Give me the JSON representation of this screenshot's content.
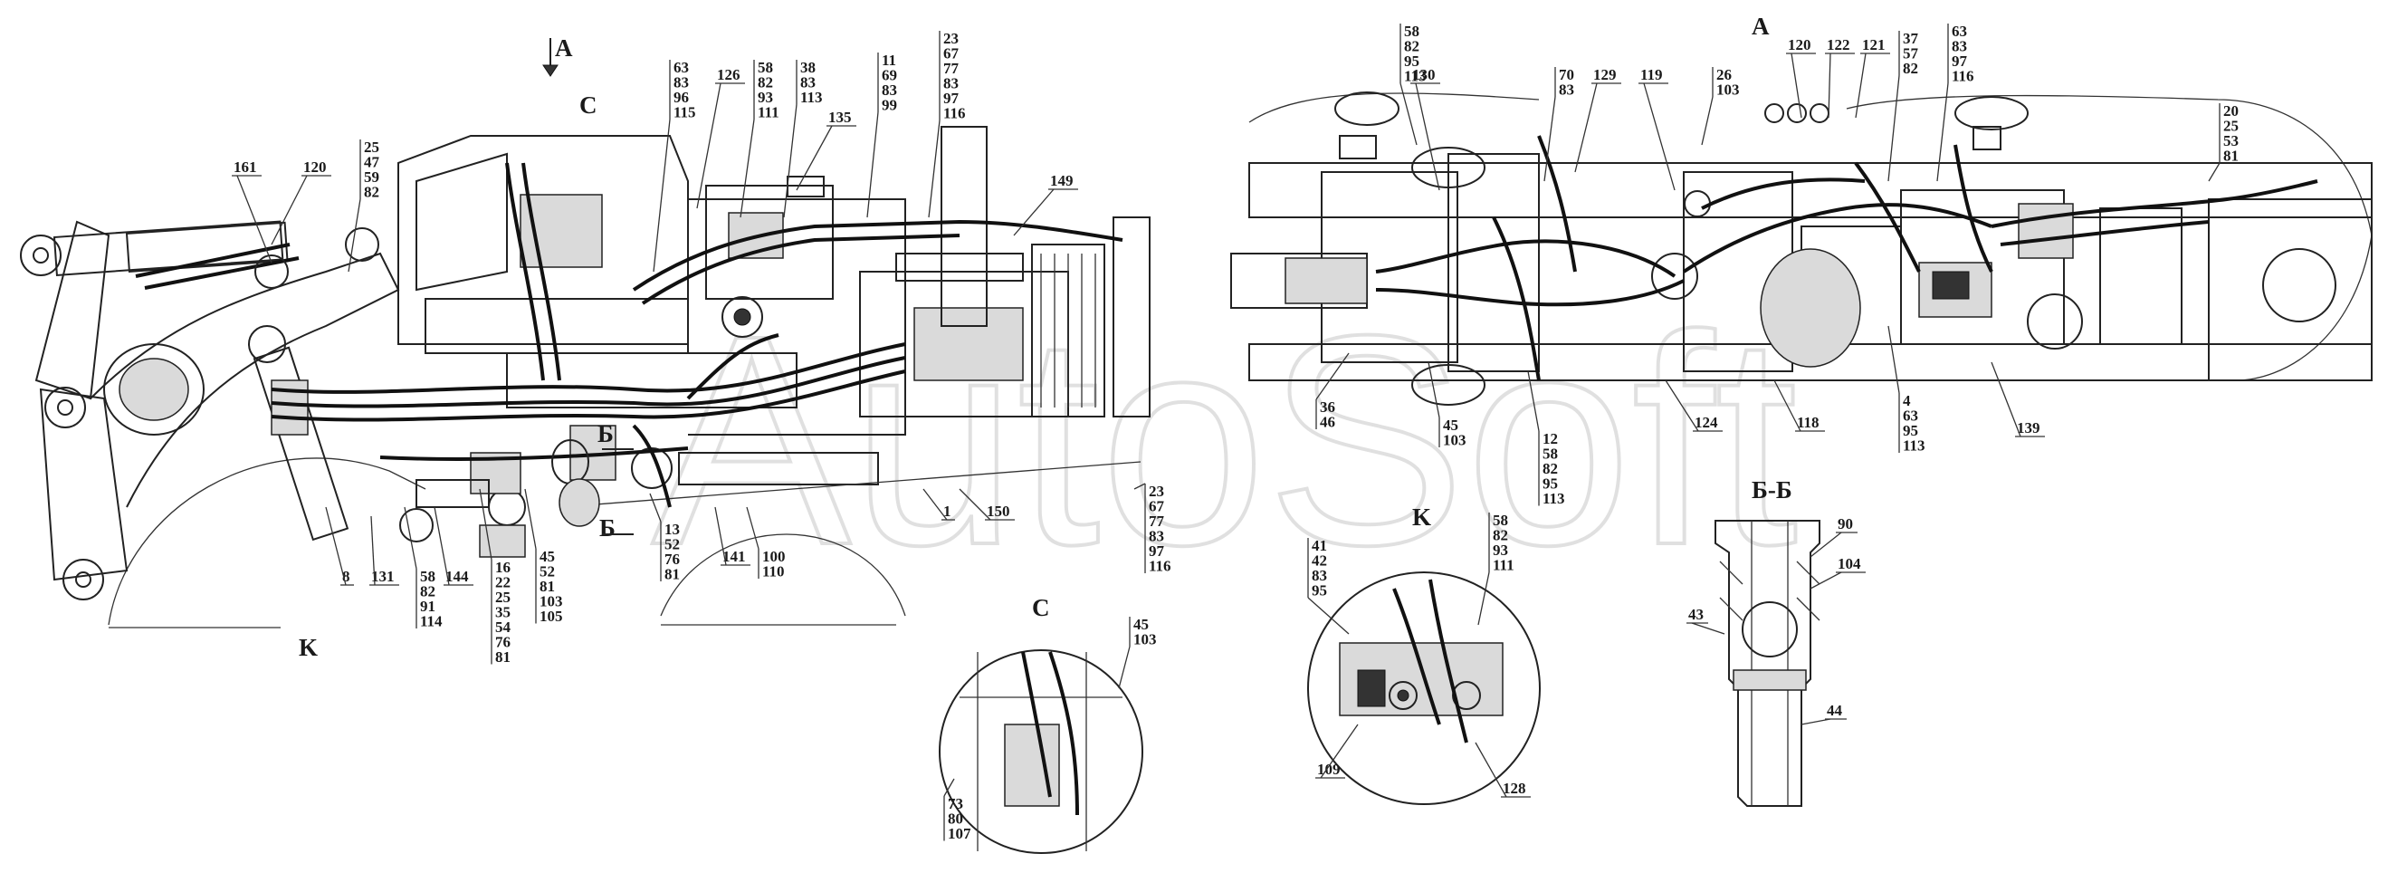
{
  "watermark": "AutoSoft",
  "views": {
    "main_arrow": "A",
    "top_view_title": "A",
    "section_b_arrow_1": "Б",
    "section_b_arrow_2": "Б",
    "detail_c_marker": "C",
    "detail_k_marker": "K",
    "detail_c_title": "C",
    "detail_k_title": "K",
    "section_bb_title": "Б-Б"
  },
  "callouts": [
    {
      "lines": [
        "161"
      ]
    },
    {
      "lines": [
        "120"
      ]
    },
    {
      "lines": [
        "25",
        "47",
        "59",
        "82"
      ]
    },
    {
      "lines": [
        "63",
        "83",
        "96",
        "115"
      ]
    },
    {
      "lines": [
        "126"
      ]
    },
    {
      "lines": [
        "58",
        "82",
        "93",
        "111"
      ]
    },
    {
      "lines": [
        "38",
        "83",
        "113"
      ]
    },
    {
      "lines": [
        "11",
        "69",
        "83",
        "99"
      ]
    },
    {
      "lines": [
        "135"
      ]
    },
    {
      "lines": [
        "23",
        "67",
        "77",
        "83",
        "97",
        "116"
      ]
    },
    {
      "lines": [
        "149"
      ]
    },
    {
      "lines": [
        "8"
      ]
    },
    {
      "lines": [
        "131"
      ]
    },
    {
      "lines": [
        "58",
        "82",
        "91",
        "114"
      ]
    },
    {
      "lines": [
        "144"
      ]
    },
    {
      "lines": [
        "16",
        "22",
        "25",
        "35",
        "54",
        "76",
        "81"
      ]
    },
    {
      "lines": [
        "45",
        "52",
        "81",
        "103",
        "105"
      ]
    },
    {
      "lines": [
        "13",
        "52",
        "76",
        "81"
      ]
    },
    {
      "lines": [
        "141"
      ]
    },
    {
      "lines": [
        "100",
        "110"
      ]
    },
    {
      "lines": [
        "1"
      ]
    },
    {
      "lines": [
        "150"
      ]
    },
    {
      "lines": [
        "23",
        "67",
        "77",
        "83",
        "97",
        "116"
      ]
    },
    {
      "lines": [
        "45",
        "103"
      ]
    },
    {
      "lines": [
        "73",
        "80",
        "107"
      ]
    },
    {
      "lines": [
        "58",
        "82",
        "95",
        "113"
      ]
    },
    {
      "lines": [
        "130"
      ]
    },
    {
      "lines": [
        "70",
        "83"
      ]
    },
    {
      "lines": [
        "129"
      ]
    },
    {
      "lines": [
        "119"
      ]
    },
    {
      "lines": [
        "26",
        "103"
      ]
    },
    {
      "lines": [
        "120"
      ]
    },
    {
      "lines": [
        "122"
      ]
    },
    {
      "lines": [
        "121"
      ]
    },
    {
      "lines": [
        "37",
        "57",
        "82"
      ]
    },
    {
      "lines": [
        "63",
        "83",
        "97",
        "116"
      ]
    },
    {
      "lines": [
        "20",
        "25",
        "53",
        "81"
      ]
    },
    {
      "lines": [
        "36",
        "46"
      ]
    },
    {
      "lines": [
        "45",
        "103"
      ]
    },
    {
      "lines": [
        "12",
        "58",
        "82",
        "95",
        "113"
      ]
    },
    {
      "lines": [
        "124"
      ]
    },
    {
      "lines": [
        "118"
      ]
    },
    {
      "lines": [
        "4",
        "63",
        "95",
        "113"
      ]
    },
    {
      "lines": [
        "139"
      ]
    },
    {
      "lines": [
        "41",
        "42",
        "83",
        "95"
      ]
    },
    {
      "lines": [
        "58",
        "82",
        "93",
        "111"
      ]
    },
    {
      "lines": [
        "109"
      ]
    },
    {
      "lines": [
        "128"
      ]
    },
    {
      "lines": [
        "90"
      ]
    },
    {
      "lines": [
        "104"
      ]
    },
    {
      "lines": [
        "43"
      ]
    },
    {
      "lines": [
        "44"
      ]
    }
  ]
}
